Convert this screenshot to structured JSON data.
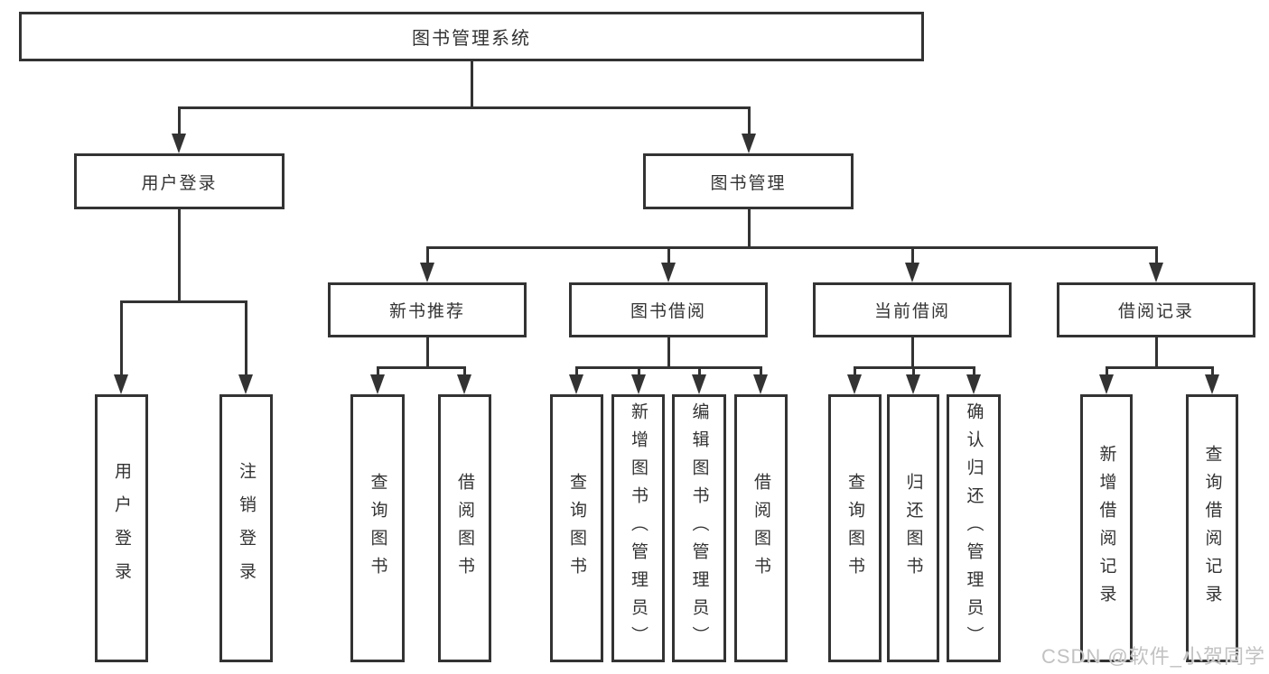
{
  "nodes": {
    "root": {
      "label": "图书管理系统"
    },
    "level2": [
      {
        "id": "user-login",
        "label": "用户登录"
      },
      {
        "id": "book-management",
        "label": "图书管理"
      }
    ],
    "level3": [
      {
        "id": "new-book-recommend",
        "label": "新书推荐"
      },
      {
        "id": "book-borrow",
        "label": "图书借阅"
      },
      {
        "id": "current-borrow",
        "label": "当前借阅"
      },
      {
        "id": "borrow-records",
        "label": "借阅记录"
      }
    ],
    "level4": [
      {
        "id": "leaf-user-login",
        "label": "用户登录"
      },
      {
        "id": "leaf-logout",
        "label": "注销登录"
      },
      {
        "id": "leaf-query-books-recommend",
        "label": "查询图书"
      },
      {
        "id": "leaf-borrow-books-recommend",
        "label": "借阅图书"
      },
      {
        "id": "leaf-query-books-borrow",
        "label": "查询图书"
      },
      {
        "id": "leaf-add-books-admin",
        "label": "新增图书（管理员）"
      },
      {
        "id": "leaf-edit-books-admin",
        "label": "编辑图书（管理员）"
      },
      {
        "id": "leaf-borrow-books",
        "label": "借阅图书"
      },
      {
        "id": "leaf-query-books-current",
        "label": "查询图书"
      },
      {
        "id": "leaf-return-books",
        "label": "归还图书"
      },
      {
        "id": "leaf-confirm-return-admin",
        "label": "确认归还（管理员）"
      },
      {
        "id": "leaf-add-borrow-record",
        "label": "新增借阅记录"
      },
      {
        "id": "leaf-query-borrow-record",
        "label": "查询借阅记录"
      }
    ]
  },
  "watermark": "CSDN @软件_小贺同学",
  "colors": {
    "line": "#333333",
    "box_border": "#333333",
    "box_fill": "#ffffff",
    "text": "#333333",
    "watermark": "#c2c2c2"
  }
}
